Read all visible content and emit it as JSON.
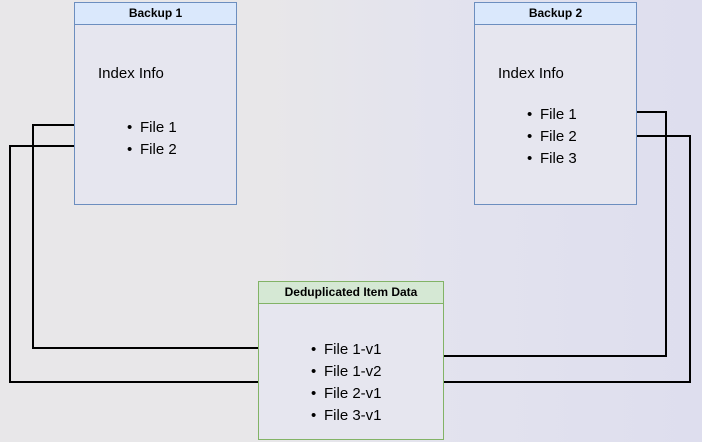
{
  "diagram": {
    "title_hidden": "Backup deduplication index diagram",
    "background_color": "#e8e7e9",
    "accent_blue": "#6c8ebf",
    "accent_blue_fill": "#dae8fc",
    "accent_green": "#82b366",
    "accent_green_fill": "#d5e8d4",
    "body_fill": "#e6e6ef",
    "connector_color": "#000000"
  },
  "backup1": {
    "header": "Backup 1",
    "index_label": "Index Info",
    "files": [
      {
        "label": "File 1"
      },
      {
        "label": "File 2"
      }
    ]
  },
  "backup2": {
    "header": "Backup 2",
    "index_label": "Index Info",
    "files": [
      {
        "label": "File 1"
      },
      {
        "label": "File 2"
      },
      {
        "label": "File 3"
      }
    ]
  },
  "dedup": {
    "header": "Deduplicated Item Data",
    "files": [
      {
        "label": "File 1-v1"
      },
      {
        "label": "File 1-v2"
      },
      {
        "label": "File 2-v1"
      },
      {
        "label": "File 3-v1"
      }
    ]
  },
  "connectors": [
    {
      "name": "backup1-file1-to-file1v1",
      "from": "Backup 1 / File 1",
      "to": "Deduplicated Item Data / File 1-v1",
      "direction": "right"
    },
    {
      "name": "backup1-file2-to-file2v1",
      "from": "Backup 1 / File 2",
      "to": "Deduplicated Item Data / File 2-v1",
      "direction": "right"
    },
    {
      "name": "backup2-file1-to-file1v2",
      "from": "Backup 2 / File 1",
      "to": "Deduplicated Item Data / File 1-v2",
      "direction": "left"
    },
    {
      "name": "backup2-file2-to-file2v1",
      "from": "Backup 2 / File 2",
      "to": "Deduplicated Item Data / File 2-v1",
      "direction": "left"
    }
  ]
}
